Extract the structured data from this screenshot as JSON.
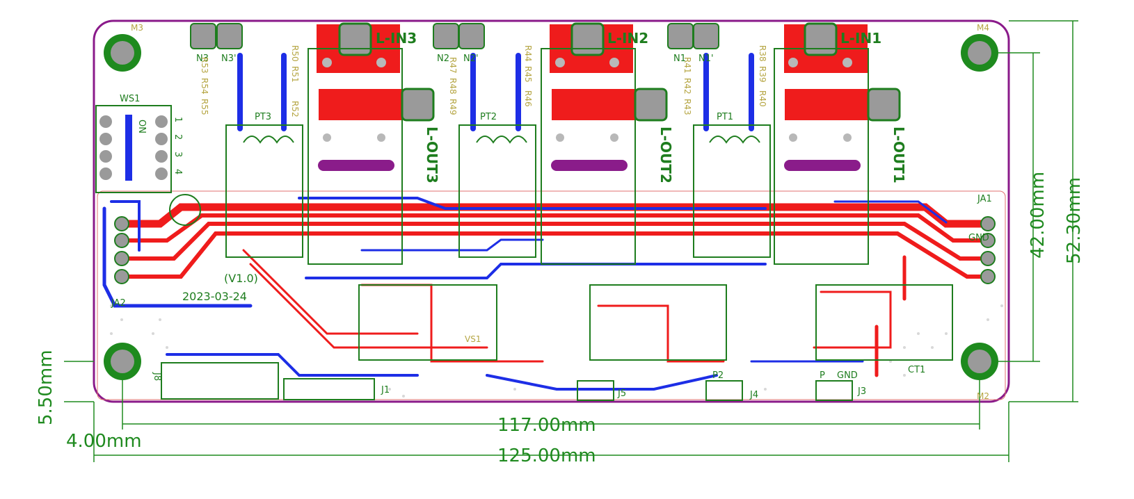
{
  "dimensions": {
    "width_total": "125.00mm",
    "width_holes": "117.00mm",
    "height_total": "52.30mm",
    "height_holes": "42.00mm",
    "hole_offset_y": "5.50mm",
    "hole_offset_x": "4.00mm"
  },
  "mount_labels": [
    "M3",
    "M4",
    "M2"
  ],
  "terminal_labels": [
    "L-IN3",
    "L-IN2",
    "L-IN1"
  ],
  "output_labels": [
    "L-OUT3",
    "L-OUT2",
    "L-OUT1"
  ],
  "neutral_labels": [
    "N3",
    "N3'",
    "N2",
    "N2'",
    "N1",
    "N1'"
  ],
  "transformer_labels": [
    "PT3",
    "PT2",
    "PT1"
  ],
  "connector_labels": [
    "WS1",
    "JA1",
    "JA2",
    "J1",
    "J3",
    "J4",
    "J5",
    "J8",
    "CT1",
    "VS1"
  ],
  "pad_labels": {
    "gnd": "GND",
    "gnd_short": "GND",
    "p": "P",
    "p2": "P2"
  },
  "pin_numbers": [
    "1",
    "2",
    "3",
    "4"
  ],
  "ws_label": "ON",
  "resistor_labels": [
    "R53",
    "R54",
    "R55",
    "R50",
    "R51",
    "R52",
    "R47",
    "R48",
    "R49",
    "R44",
    "R45",
    "R46",
    "R41",
    "R42",
    "R43",
    "R38",
    "R39",
    "R40"
  ],
  "version_text": "(V1.0)",
  "date_text": "2023-03-24"
}
